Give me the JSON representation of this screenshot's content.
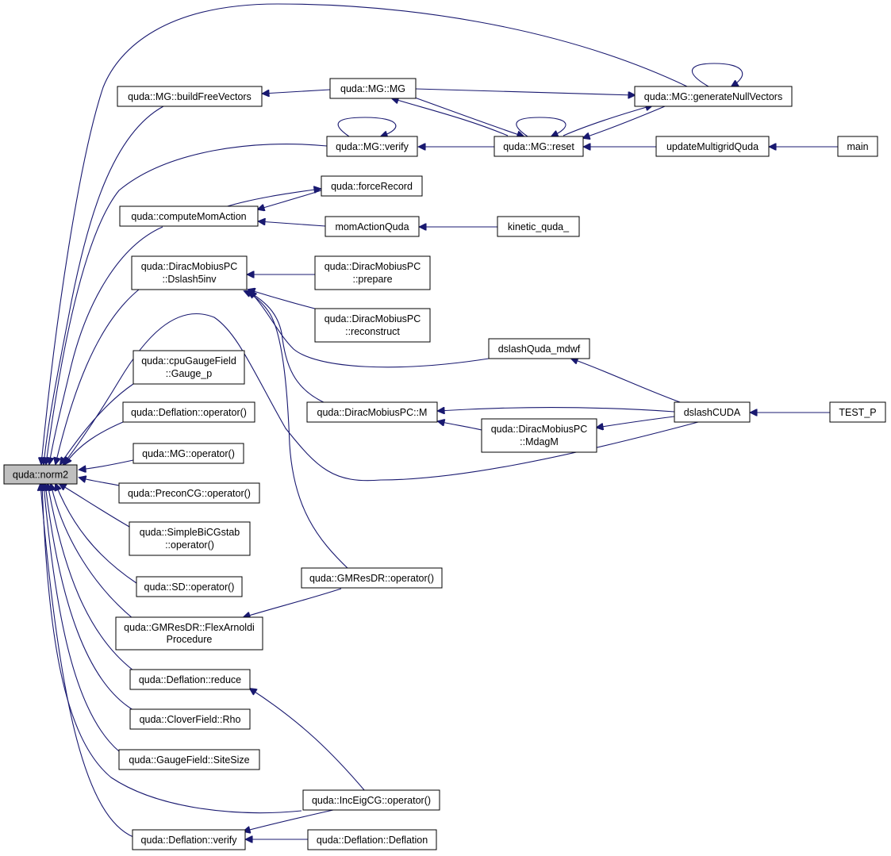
{
  "diagram": {
    "nodes": [
      {
        "id": "norm2",
        "lines": [
          "quda::norm2"
        ],
        "root": true
      },
      {
        "id": "buildFreeVectors",
        "lines": [
          "quda::MG::buildFreeVectors"
        ]
      },
      {
        "id": "mgMG",
        "lines": [
          "quda::MG::MG"
        ]
      },
      {
        "id": "generateNullVectors",
        "lines": [
          "quda::MG::generateNullVectors"
        ]
      },
      {
        "id": "mgVerify",
        "lines": [
          "quda::MG::verify"
        ]
      },
      {
        "id": "mgReset",
        "lines": [
          "quda::MG::reset"
        ]
      },
      {
        "id": "updateMultigridQuda",
        "lines": [
          "updateMultigridQuda"
        ]
      },
      {
        "id": "main",
        "lines": [
          "main"
        ]
      },
      {
        "id": "forceRecord",
        "lines": [
          "quda::forceRecord"
        ]
      },
      {
        "id": "computeMomAction",
        "lines": [
          "quda::computeMomAction"
        ]
      },
      {
        "id": "momActionQuda",
        "lines": [
          "momActionQuda"
        ]
      },
      {
        "id": "kineticQuda",
        "lines": [
          "kinetic_quda_"
        ]
      },
      {
        "id": "dslash5inv",
        "lines": [
          "quda::DiracMobiusPC",
          "::Dslash5inv"
        ]
      },
      {
        "id": "prepare",
        "lines": [
          "quda::DiracMobiusPC",
          "::prepare"
        ]
      },
      {
        "id": "reconstruct",
        "lines": [
          "quda::DiracMobiusPC",
          "::reconstruct"
        ]
      },
      {
        "id": "dslashQudaMdwf",
        "lines": [
          "dslashQuda_mdwf"
        ]
      },
      {
        "id": "gaugeP",
        "lines": [
          "quda::cpuGaugeField",
          "::Gauge_p"
        ]
      },
      {
        "id": "deflationOp",
        "lines": [
          "quda::Deflation::operator()"
        ]
      },
      {
        "id": "mobiusM",
        "lines": [
          "quda::DiracMobiusPC::M"
        ]
      },
      {
        "id": "dslashCUDA",
        "lines": [
          "dslashCUDA"
        ]
      },
      {
        "id": "testP",
        "lines": [
          "TEST_P"
        ]
      },
      {
        "id": "mdagM",
        "lines": [
          "quda::DiracMobiusPC",
          "::MdagM"
        ]
      },
      {
        "id": "mgOp",
        "lines": [
          "quda::MG::operator()"
        ]
      },
      {
        "id": "preconCG",
        "lines": [
          "quda::PreconCG::operator()"
        ]
      },
      {
        "id": "simpleBiCG",
        "lines": [
          "quda::SimpleBiCGstab",
          "::operator()"
        ]
      },
      {
        "id": "sdOp",
        "lines": [
          "quda::SD::operator()"
        ]
      },
      {
        "id": "gmresOp",
        "lines": [
          "quda::GMResDR::operator()"
        ]
      },
      {
        "id": "flexArnoldi",
        "lines": [
          "quda::GMResDR::FlexArnoldi",
          "Procedure"
        ]
      },
      {
        "id": "deflReduce",
        "lines": [
          "quda::Deflation::reduce"
        ]
      },
      {
        "id": "cloverRho",
        "lines": [
          "quda::CloverField::Rho"
        ]
      },
      {
        "id": "siteSize",
        "lines": [
          "quda::GaugeField::SiteSize"
        ]
      },
      {
        "id": "incEigCG",
        "lines": [
          "quda::IncEigCG::operator()"
        ]
      },
      {
        "id": "deflVerify",
        "lines": [
          "quda::Deflation::verify"
        ]
      },
      {
        "id": "deflDeflation",
        "lines": [
          "quda::Deflation::Deflation"
        ]
      }
    ]
  }
}
